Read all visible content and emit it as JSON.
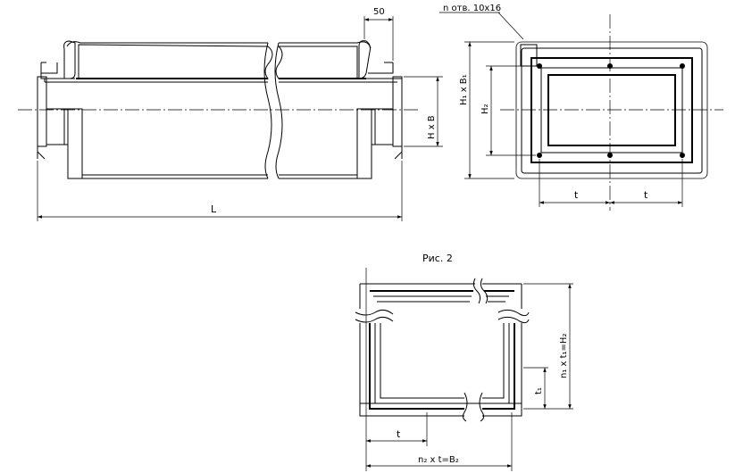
{
  "figure_caption": "Рис. 2",
  "side_view": {
    "dim_flange_width": "50",
    "dim_height": "H x B",
    "dim_length": "L"
  },
  "end_view": {
    "holes_note": "n отв. 10x16",
    "dim_outer": "H₁ x B₁",
    "dim_inner": "H₂",
    "pitch_left": "t",
    "pitch_right": "t"
  },
  "frame_view": {
    "dim_pitch_bottom": "t",
    "dim_total_bottom": "n₂ x t=B₂",
    "dim_pitch_right": "t₁",
    "dim_total_right": "n₁ x t₁=H₂"
  }
}
